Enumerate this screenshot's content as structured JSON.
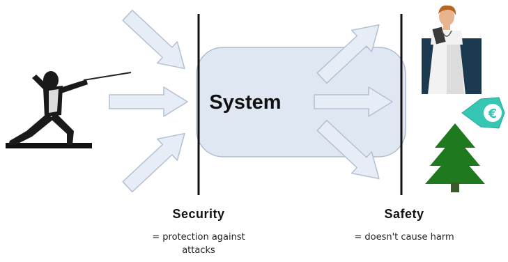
{
  "system": {
    "label": "System"
  },
  "security": {
    "title": "Security",
    "desc_line1": "= protection against",
    "desc_line2": "attacks"
  },
  "safety": {
    "title": "Safety",
    "desc": "= doesn't cause harm"
  },
  "icons": {
    "attacker": "fencer-icon",
    "person": "doctor-icon",
    "money": "euro-icon",
    "environment": "tree-icon"
  },
  "colors": {
    "arrow_fill": "#e7edf6",
    "arrow_stroke": "#b3c0d1",
    "system_fill": "#dfe7f3",
    "system_stroke": "#aebccf",
    "boundary": "#111111",
    "doctor_background": "#1c3a4f",
    "euro_badge": "#35c7b3",
    "tree": "#1f7a1f"
  }
}
